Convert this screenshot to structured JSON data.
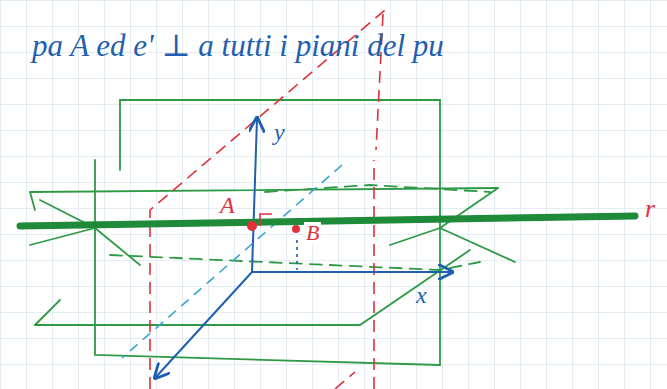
{
  "diagram": {
    "labels": [
      "pa A ed e' ⊥ a tutti i piani del pu",
      "y",
      "A",
      "B",
      "x",
      "r"
    ]
  }
}
